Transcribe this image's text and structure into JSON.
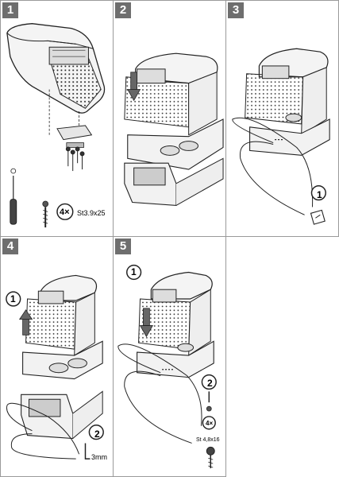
{
  "steps": [
    {
      "number": "1",
      "callouts": {
        "qty": "4×",
        "screw": "St3.9x25"
      }
    },
    {
      "number": "2"
    },
    {
      "number": "3",
      "callouts": {
        "sub": "1"
      }
    },
    {
      "number": "4",
      "callouts": {
        "sub1": "1",
        "sub2": "2",
        "size": "3mm"
      }
    },
    {
      "number": "5",
      "callouts": {
        "sub1": "1",
        "sub2": "2",
        "qty": "4×",
        "screw": "St 4,8x16"
      }
    }
  ]
}
